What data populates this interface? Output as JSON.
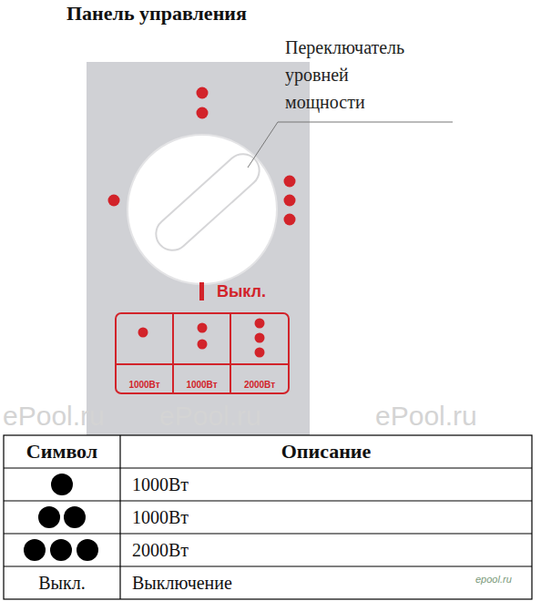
{
  "diagram": {
    "title": "Панель управления",
    "nodes": [
      {
        "text": [
          "1000Вт"
        ]
      },
      {
        "text": [
          "1000Вт"
        ]
      },
      {
        "text": [
          "2000Вт"
        ]
      }
    ],
    "labels": [
      "Переключатель уровней мощности",
      "Выкл.",
      "Символ",
      "Описание",
      "1000Вт",
      "1000Вт",
      "2000Вт",
      "Выкл.",
      "Выключение",
      "ePool.ru",
      "ePool.ru",
      "ePool.ru",
      "epool.ru"
    ]
  }
}
